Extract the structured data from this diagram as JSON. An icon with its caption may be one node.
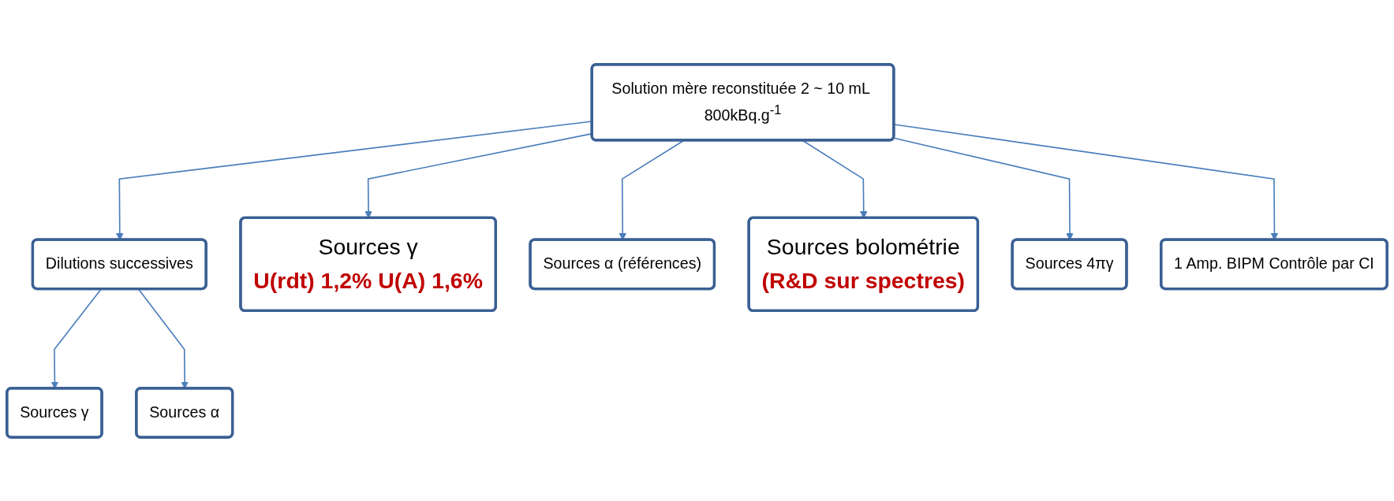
{
  "diagram": {
    "nodes": [
      {
        "text": [
          "Solution mère reconstituée 2 ~ 10 mL 800kBq.g$^{-1}$"
        ]
      },
      {
        "text": [
          "Dilutions successives"
        ]
      },
      {
        "text": [
          "Sources γ",
          "U(rdt) 1,2% U(A) 1,6%"
        ]
      },
      {
        "text": [
          "Sources α (références)"
        ]
      },
      {
        "text": [
          "Sources bolométrie",
          "(R&D sur spectres)"
        ]
      },
      {
        "text": [
          "Sources 4πγ"
        ]
      },
      {
        "text": [
          "1 Amp. BIPM Contrôle par CI"
        ]
      },
      {
        "text": [
          "Sources γ"
        ]
      },
      {
        "text": [
          "Sources α"
        ]
      }
    ],
    "edges": [
      {
        "from": 0,
        "to": 1,
        "arrow": "to"
      },
      {
        "from": 0,
        "to": 2,
        "arrow": "to"
      },
      {
        "from": 0,
        "to": 3,
        "arrow": "to"
      },
      {
        "from": 0,
        "to": 4,
        "arrow": "to"
      },
      {
        "from": 0,
        "to": 5,
        "arrow": "to"
      },
      {
        "from": 0,
        "to": 6,
        "arrow": "to"
      },
      {
        "from": 1,
        "to": 7,
        "arrow": "to"
      },
      {
        "from": 1,
        "to": 8,
        "arrow": "to"
      }
    ]
  }
}
